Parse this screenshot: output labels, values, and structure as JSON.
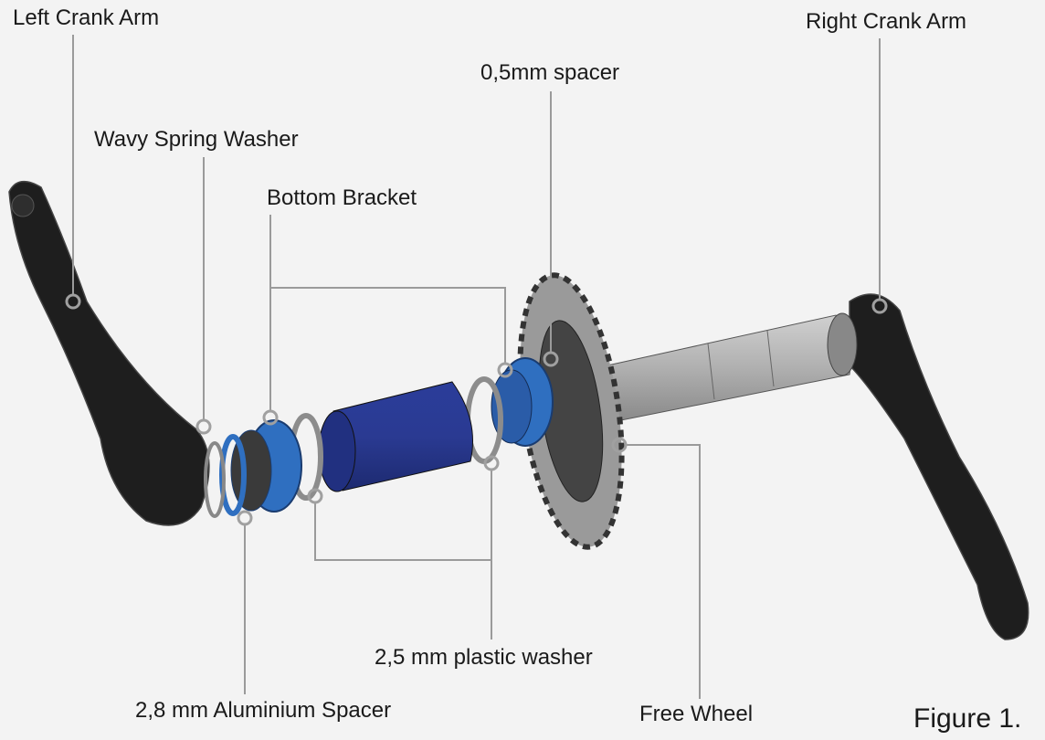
{
  "labels": {
    "left_crank_arm": "Left Crank Arm",
    "right_crank_arm": "Right Crank Arm",
    "spacer_05": "0,5mm spacer",
    "wavy_spring_washer": "Wavy Spring Washer",
    "bottom_bracket": "Bottom Bracket",
    "plastic_washer": "2,5 mm plastic washer",
    "aluminium_spacer": "2,8 mm Aluminium Spacer",
    "free_wheel": "Free Wheel"
  },
  "caption": "Figure 1.",
  "colors": {
    "blue": "#2f6fc0",
    "navy": "#283a8f",
    "crank": "#1e1e1e",
    "spindle": "#a9a9a9",
    "leader": "#9a9a9a"
  }
}
